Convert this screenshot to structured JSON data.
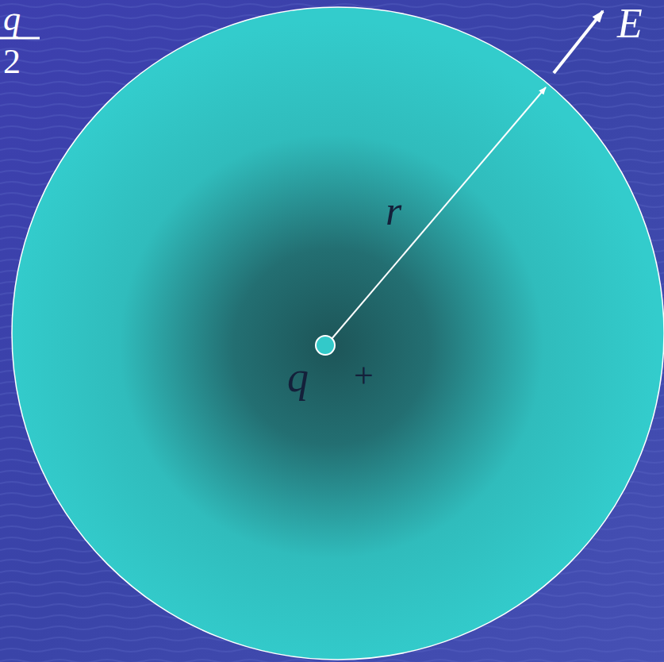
{
  "diagram": {
    "labels": [
      "q",
      "2",
      "r",
      "q",
      "+",
      "E"
    ]
  }
}
